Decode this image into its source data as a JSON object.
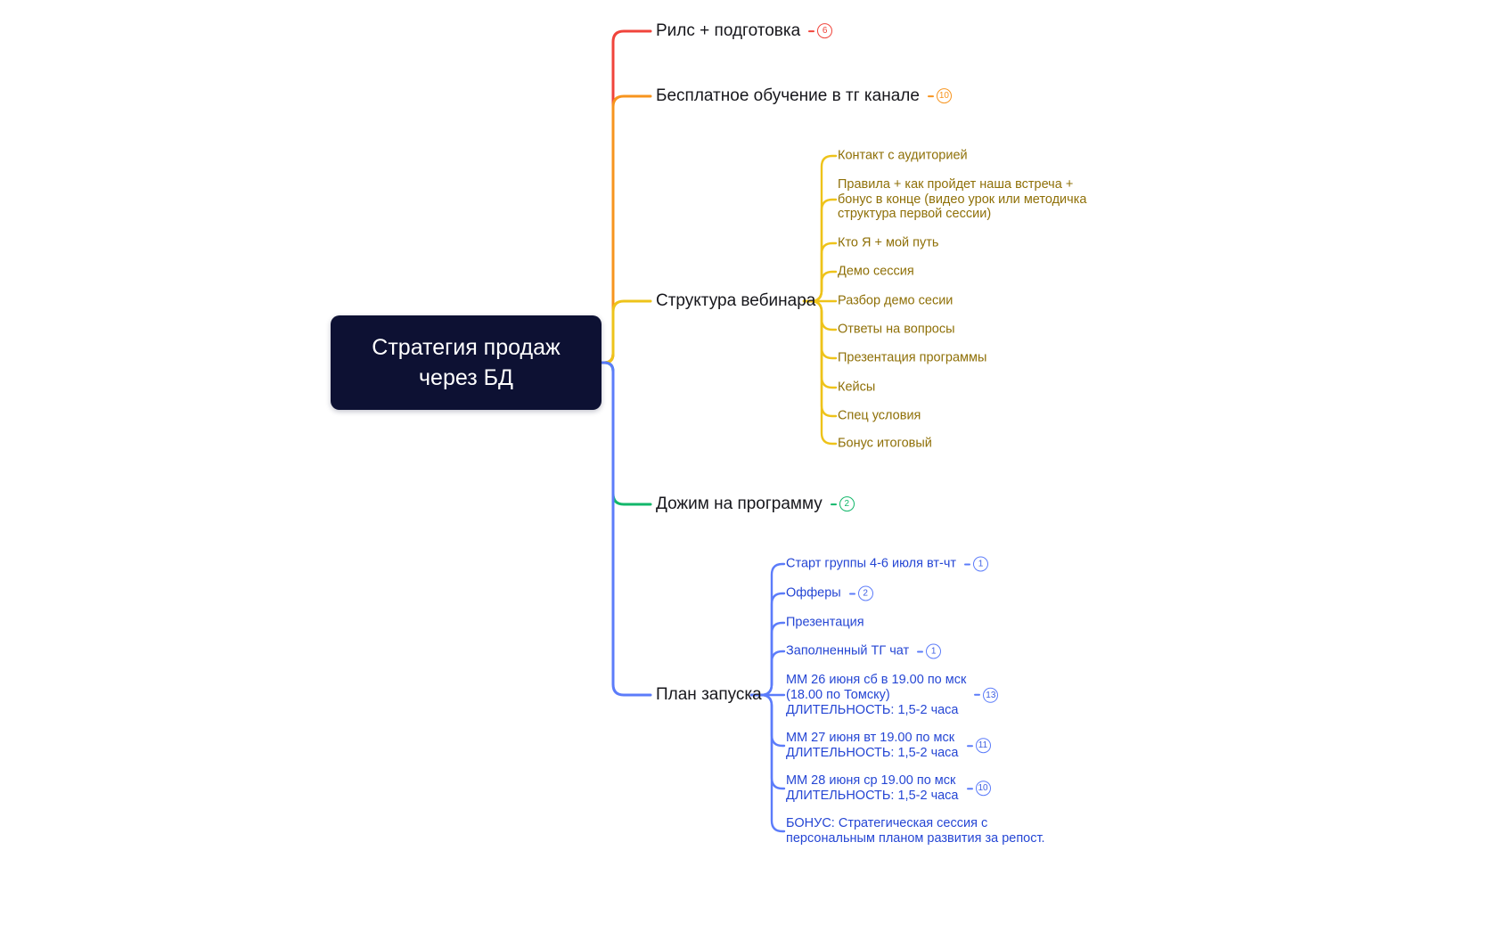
{
  "root": {
    "label": "Стратегия продаж\nчерез БД"
  },
  "colors": {
    "root_background": "#0d1133",
    "root_text": "#ffffff",
    "branch_red": "#f0443b",
    "branch_orange": "#f7941e",
    "branch_yellow": "#eec31a",
    "branch_green": "#12b76a",
    "branch_blue": "#5c7cfa",
    "yellow_child_text": "#8f7008",
    "blue_child_text": "#2546d4",
    "main_topic_text": "#17171c"
  },
  "branches": [
    {
      "label": "Рилс + подготовка",
      "badge": "6",
      "color": "red"
    },
    {
      "label": "Бесплатное обучение в тг канале",
      "badge": "10",
      "color": "orange"
    },
    {
      "label": "Структура вебинара",
      "color": "yellow",
      "children": [
        {
          "label": "Контакт с аудиторией"
        },
        {
          "label": "Правила + как пройдет наша встреча +\nбонус в конце (видео урок или методичка\nструктура первой сессии)"
        },
        {
          "label": "Кто Я + мой путь"
        },
        {
          "label": "Демо сессия"
        },
        {
          "label": "Разбор демо сесии"
        },
        {
          "label": "Ответы на вопросы"
        },
        {
          "label": "Презентация программы"
        },
        {
          "label": "Кейсы"
        },
        {
          "label": "Спец условия"
        },
        {
          "label": "Бонус итоговый"
        }
      ]
    },
    {
      "label": "Дожим на программу",
      "badge": "2",
      "color": "green"
    },
    {
      "label": "План запуска",
      "color": "blue",
      "children": [
        {
          "label": "Старт группы 4-6 июля вт-чт",
          "badge": "1"
        },
        {
          "label": "Офферы",
          "badge": "2"
        },
        {
          "label": "Презентация"
        },
        {
          "label": "Заполненный ТГ чат",
          "badge": "1"
        },
        {
          "label": "ММ 26 июня сб в 19.00 по мск\n(18.00 по Томску)\nДЛИТЕЛЬНОСТЬ: 1,5-2 часа",
          "badge": "13"
        },
        {
          "label": "ММ 27 июня вт 19.00 по мск\nДЛИТЕЛЬНОСТЬ: 1,5-2 часа",
          "badge": "11"
        },
        {
          "label": "ММ 28 июня ср 19.00 по мск\nДЛИТЕЛЬНОСТЬ: 1,5-2 часа",
          "badge": "10"
        },
        {
          "label": "БОНУС: Стратегическая сессия с\nперсональным планом развития за репост."
        }
      ]
    }
  ]
}
